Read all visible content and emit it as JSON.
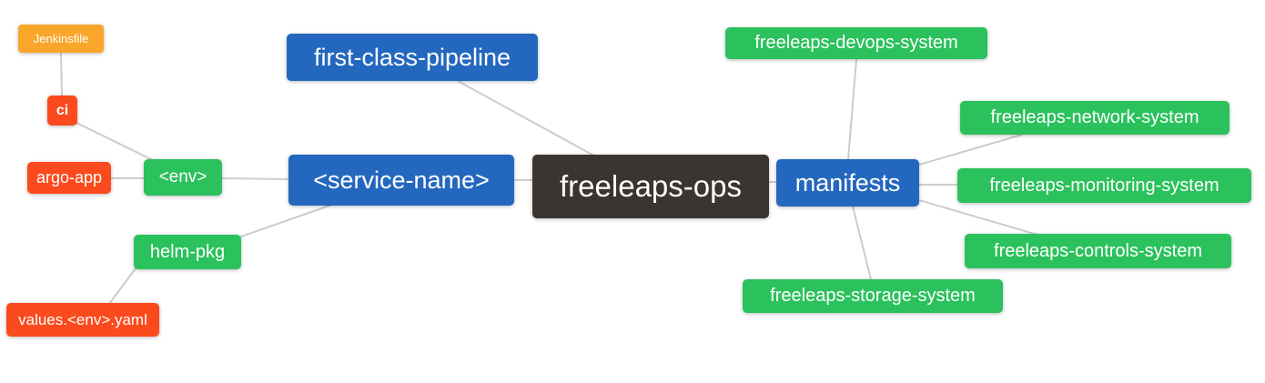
{
  "diagram": {
    "type": "mindmap",
    "root": "freeleaps-ops"
  },
  "colors": {
    "blue": "#2368BE",
    "green": "#2BC15C",
    "orange": "#F9A62B",
    "red_orange": "#FB4A1D",
    "dark": "#3A3531",
    "edge": "#CCCCCC",
    "node_text": "#FFFFFF",
    "background": "#FFFFFF"
  },
  "nodes": {
    "jenkinsfile": {
      "label": "Jenkinsfile",
      "color": "#F9A62B"
    },
    "ci": {
      "label": "ci",
      "color": "#FB4A1D"
    },
    "argo_app": {
      "label": "argo-app",
      "color": "#FB4A1D"
    },
    "env": {
      "label": "<env>",
      "color": "#2BC15C"
    },
    "helm_pkg": {
      "label": "helm-pkg",
      "color": "#2BC15C"
    },
    "values_env_yaml": {
      "label": "values.<env>.yaml",
      "color": "#FB4A1D"
    },
    "first_class_pipeline": {
      "label": "first-class-pipeline",
      "color": "#2368BE"
    },
    "service_name": {
      "label": "<service-name>",
      "color": "#2368BE"
    },
    "freeleaps_ops": {
      "label": "freeleaps-ops",
      "color": "#3A3531"
    },
    "manifests": {
      "label": "manifests",
      "color": "#2368BE"
    },
    "devops_system": {
      "label": "freeleaps-devops-system",
      "color": "#2BC15C"
    },
    "network_system": {
      "label": "freeleaps-network-system",
      "color": "#2BC15C"
    },
    "monitoring_system": {
      "label": "freeleaps-monitoring-system",
      "color": "#2BC15C"
    },
    "controls_system": {
      "label": "freeleaps-controls-system",
      "color": "#2BC15C"
    },
    "storage_system": {
      "label": "freeleaps-storage-system",
      "color": "#2BC15C"
    }
  },
  "edges": [
    {
      "from": "jenkinsfile",
      "to": "ci"
    },
    {
      "from": "ci",
      "to": "env"
    },
    {
      "from": "argo_app",
      "to": "env"
    },
    {
      "from": "env",
      "to": "service_name"
    },
    {
      "from": "helm_pkg",
      "to": "service_name"
    },
    {
      "from": "values_env_yaml",
      "to": "helm_pkg"
    },
    {
      "from": "first_class_pipeline",
      "to": "freeleaps_ops"
    },
    {
      "from": "service_name",
      "to": "freeleaps_ops"
    },
    {
      "from": "freeleaps_ops",
      "to": "manifests"
    },
    {
      "from": "manifests",
      "to": "devops_system"
    },
    {
      "from": "manifests",
      "to": "network_system"
    },
    {
      "from": "manifests",
      "to": "monitoring_system"
    },
    {
      "from": "manifests",
      "to": "controls_system"
    },
    {
      "from": "manifests",
      "to": "storage_system"
    }
  ]
}
